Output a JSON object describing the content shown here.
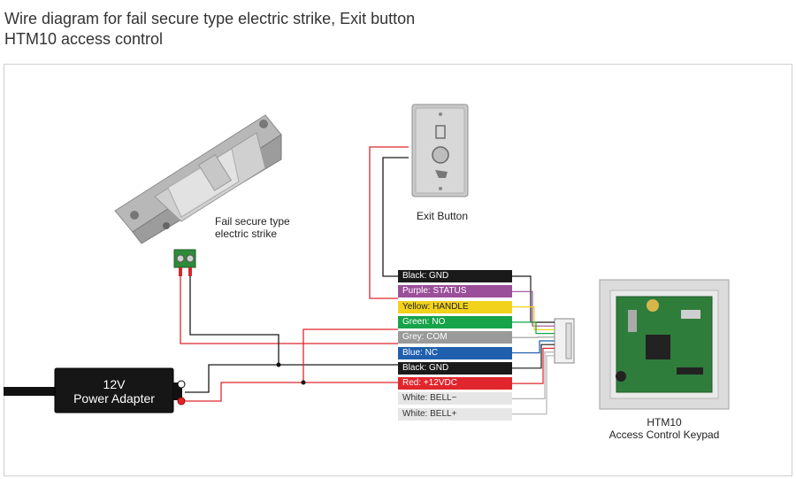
{
  "title": {
    "line1": "Wire diagram for fail secure type electric strike, Exit button",
    "line2": "HTM10 access control"
  },
  "strike": {
    "line1": "Fail secure type",
    "line2": "electric strike"
  },
  "exit_button": {
    "label": "Exit Button"
  },
  "adapter": {
    "line1": "12V",
    "line2": "Power Adapter"
  },
  "keypad": {
    "line1": "HTM10",
    "line2": "Access Control Keypad"
  },
  "wires": [
    {
      "label": "Black: GND",
      "bg": "#1a1a1a",
      "fg": "#ffffff"
    },
    {
      "label": "Purple: STATUS",
      "bg": "#9b4e9a",
      "fg": "#ffffff"
    },
    {
      "label": "Yellow: HANDLE",
      "bg": "#f2d21b",
      "fg": "#222222"
    },
    {
      "label": "Green: NO",
      "bg": "#16a34a",
      "fg": "#ffffff"
    },
    {
      "label": "Grey: COM",
      "bg": "#9a9a9a",
      "fg": "#ffffff"
    },
    {
      "label": "Blue: NC",
      "bg": "#1f5fae",
      "fg": "#ffffff"
    },
    {
      "label": "Black: GND",
      "bg": "#1a1a1a",
      "fg": "#ffffff"
    },
    {
      "label": "Red: +12VDC",
      "bg": "#e0262c",
      "fg": "#ffffff"
    },
    {
      "label": "White: BELL−",
      "bg": "#e6e6e6",
      "fg": "#333333"
    },
    {
      "label": "White: BELL+",
      "bg": "#e6e6e6",
      "fg": "#333333"
    }
  ]
}
